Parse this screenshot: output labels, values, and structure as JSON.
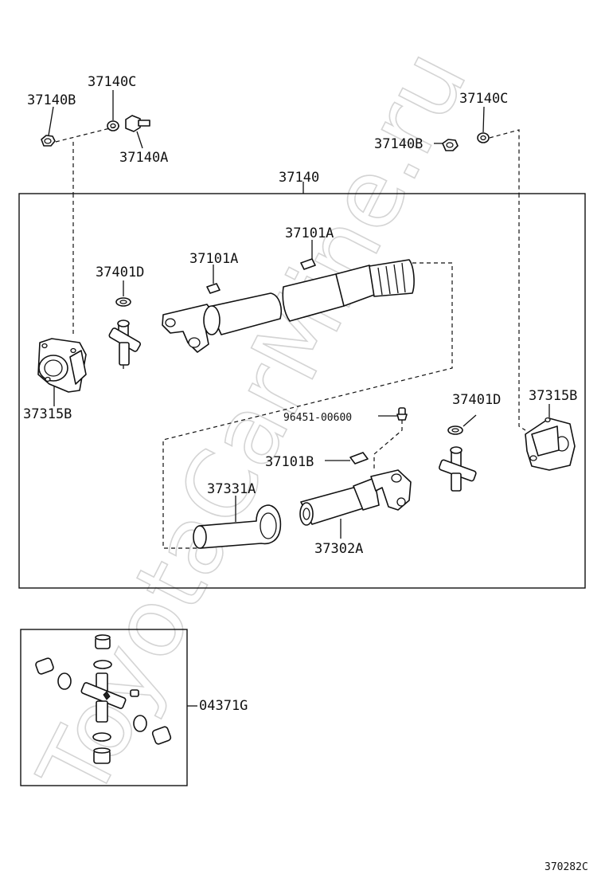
{
  "watermark": "ToyotaCarMine.ru",
  "diagram_code": "370282C",
  "labels": {
    "bolt_37140b_left": "37140B",
    "washer_37140c_left": "37140C",
    "bolt_37140a": "37140A",
    "washer_37140c_right": "37140C",
    "nut_37140b_right": "37140B",
    "assembly_37140": "37140",
    "clip_37101a_upper": "37101A",
    "clip_37101a_lower": "37101A",
    "snap_37401d_left": "37401D",
    "flange_37315b_left": "37315B",
    "fitting_96451": "96451-00600",
    "snap_37401d_right": "37401D",
    "flange_37315b_right": "37315B",
    "clip_37101b": "37101B",
    "boot_37331a": "37331A",
    "yoke_37302a": "37302A",
    "kit_04371g": "04371G"
  },
  "icons": [
    "nut-icon",
    "washer-icon",
    "bolt-icon",
    "spider-joint-icon",
    "flange-yoke-icon",
    "propeller-shaft-icon",
    "grease-fitting-icon",
    "dust-boot-icon",
    "slip-yoke-icon",
    "snap-ring-icon",
    "bearing-cup-icon",
    "clip-icon"
  ]
}
